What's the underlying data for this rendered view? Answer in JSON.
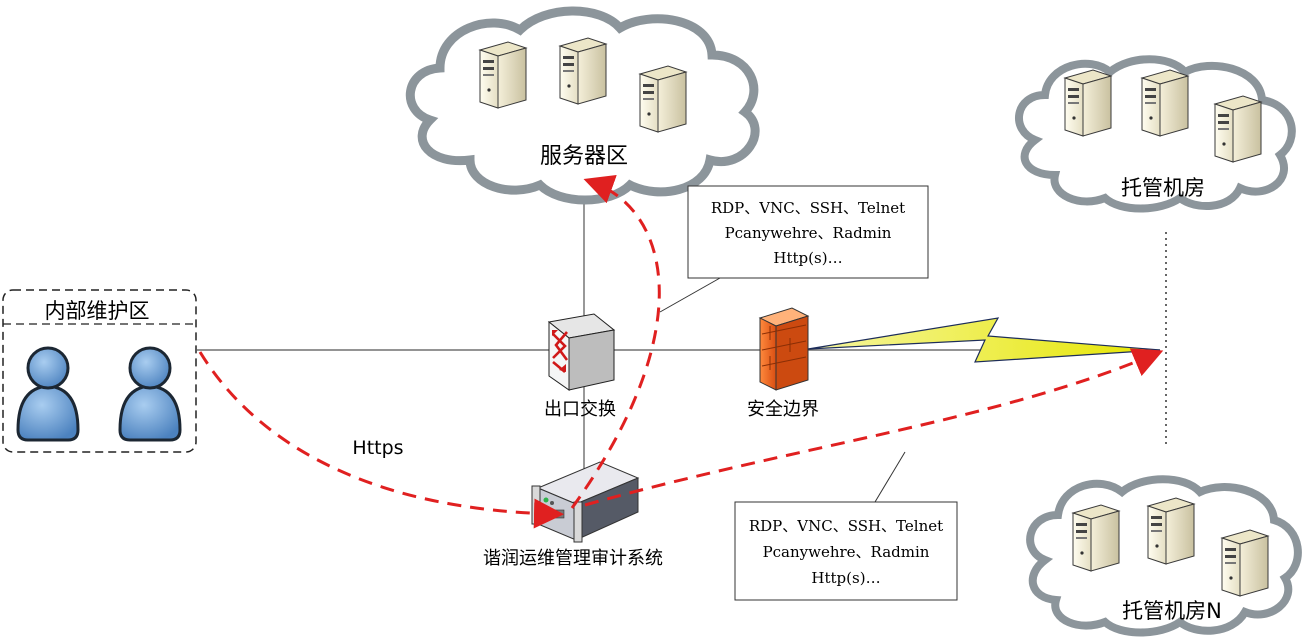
{
  "zones": {
    "server_zone": "服务器区",
    "hosting_room": "托管机房",
    "hosting_room_n": "托管机房N",
    "internal_zone": "内部维护区"
  },
  "devices": {
    "switch": "出口交换",
    "firewall": "安全边界",
    "audit_system": "谐润运维管理审计系统"
  },
  "links": {
    "https_label": "Https"
  },
  "callouts": {
    "top": [
      "RDP、VNC、SSH、Telnet",
      "Pcanywehre、Radmin",
      "Http(s)…"
    ],
    "bottom": [
      "RDP、VNC、SSH、Telnet",
      "Pcanywehre、Radmin",
      "Http(s)…"
    ]
  },
  "colors": {
    "cloud_stroke": "#8c959b",
    "dashed_arrow": "#e02020",
    "firewall": "#f26522",
    "user": "#5b8fc7",
    "bolt": "#f2f22a"
  },
  "icons": [
    "server-icon",
    "switch-icon",
    "firewall-icon",
    "user-icon",
    "audit-appliance-icon",
    "lightning-icon"
  ]
}
